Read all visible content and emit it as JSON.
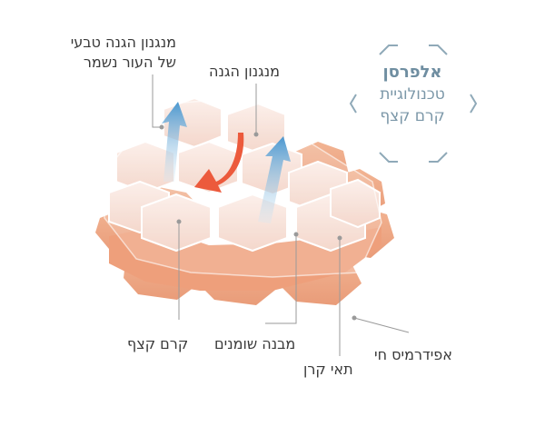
{
  "labels": {
    "natural_protection": [
      "מנגנון הגנה טבעי",
      "של העור נשמר"
    ],
    "protection_mechanism": "מנגנון הגנה",
    "stratum_corneum": "קרם קצף",
    "octagon_structure": "מבנה שומנים",
    "horn_cells": "תאי קרן",
    "living_epidermis": "אפידרמיס חי"
  },
  "brand": {
    "name": "אלפרסן",
    "line2": "טכנולוגיית",
    "line3": "קרם קצף"
  },
  "colors": {
    "hex_top": "#f4dcd2",
    "hex_base": "#eea886",
    "arrow_blue": "#5aa2d4",
    "arrow_red": "#ec5a3c",
    "brand_frame": "#8fa9b8"
  }
}
